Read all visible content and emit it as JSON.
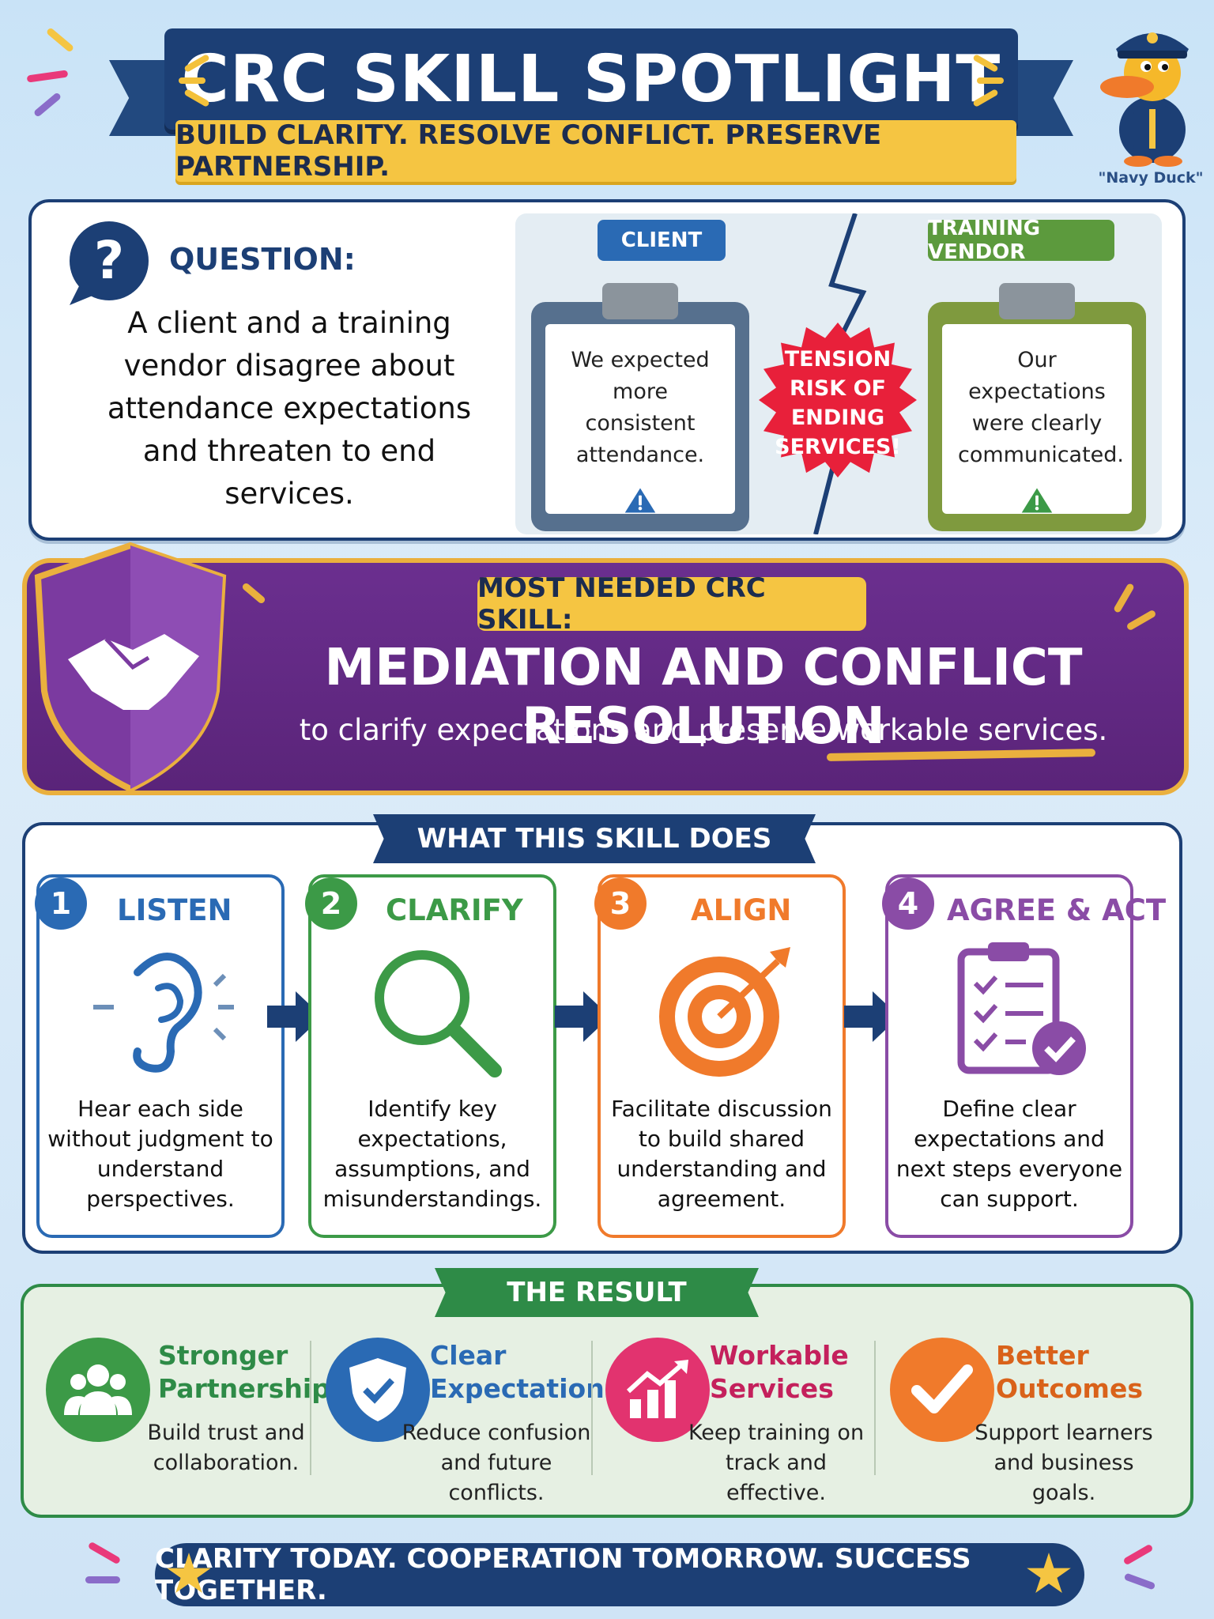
{
  "header": {
    "title": "CRC SKILL SPOTLIGHT",
    "tagline": "BUILD CLARITY. RESOLVE CONFLICT. PRESERVE PARTNERSHIP.",
    "mascot_caption": "\"Navy Duck\""
  },
  "question": {
    "label": "QUESTION:",
    "text": "A client and a training vendor disagree about attendance expectations and threaten to end services.",
    "client_tag": "CLIENT",
    "client_note": "We expected more consistent attendance.",
    "vendor_tag": "TRAINING VENDOR",
    "vendor_note": "Our expectations were clearly communicated.",
    "tension_text": "TENSION RISK OF ENDING SERVICES!"
  },
  "skill": {
    "tag": "MOST NEEDED CRC SKILL:",
    "title": "MEDIATION AND CONFLICT RESOLUTION",
    "subtitle": "to clarify expectations and preserve workable services."
  },
  "does": {
    "ribbon": "WHAT THIS SKILL DOES",
    "steps": [
      {
        "num": "1",
        "title": "LISTEN",
        "desc": "Hear each side without judgment to understand perspectives.",
        "icon": "ear-icon"
      },
      {
        "num": "2",
        "title": "CLARIFY",
        "desc": "Identify key expectations, assumptions, and misunderstandings.",
        "icon": "magnifier-icon"
      },
      {
        "num": "3",
        "title": "ALIGN",
        "desc": "Facilitate discussion to build shared understanding and agreement.",
        "icon": "target-icon"
      },
      {
        "num": "4",
        "title": "AGREE & ACT",
        "desc": "Define clear expectations and next steps everyone can support.",
        "icon": "checklist-icon"
      }
    ]
  },
  "result": {
    "ribbon": "THE RESULT",
    "items": [
      {
        "title": "Stronger Partnership",
        "desc": "Build trust and collaboration.",
        "icon": "people-icon"
      },
      {
        "title": "Clear Expectations",
        "desc": "Reduce confusion and future conflicts.",
        "icon": "shield-check-icon"
      },
      {
        "title": "Workable Services",
        "desc": "Keep training on track and effective.",
        "icon": "growth-chart-icon"
      },
      {
        "title": "Better Outcomes",
        "desc": "Support learners and business goals.",
        "icon": "checkmark-icon"
      }
    ]
  },
  "footer": {
    "text": "CLARITY TODAY. COOPERATION TOMORROW. SUCCESS TOGETHER."
  },
  "colors": {
    "navy": "#1c3f75",
    "gold": "#f5c542",
    "purple": "#6b2f8f",
    "blue": "#2a6ab4",
    "green": "#3c9a47",
    "orange": "#f07a2b",
    "violet": "#8a4ca6",
    "pink": "#e2336f",
    "red": "#e8203a"
  }
}
